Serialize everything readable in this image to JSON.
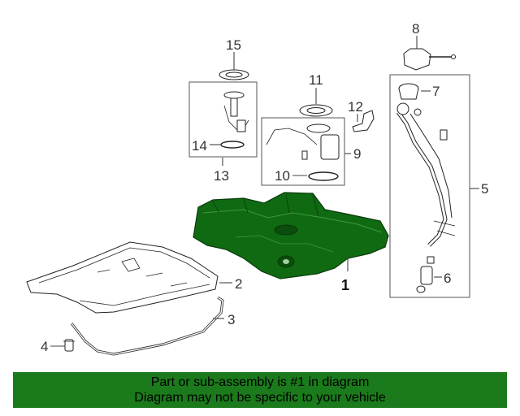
{
  "callouts": {
    "c1": "1",
    "c2": "2",
    "c3": "3",
    "c4": "4",
    "c5": "5",
    "c6": "6",
    "c7": "7",
    "c8": "8",
    "c9": "9",
    "c10": "10",
    "c11": "11",
    "c12": "12",
    "c13": "13",
    "c14": "14",
    "c15": "15"
  },
  "banner": {
    "line1": "Part or sub-assembly is #1 in diagram",
    "line2": "Diagram may not be specific to your vehicle"
  },
  "colors": {
    "tank": "#0f6a12",
    "tank_dark": "#0a4d0c",
    "banner": "#1b7a1b"
  }
}
